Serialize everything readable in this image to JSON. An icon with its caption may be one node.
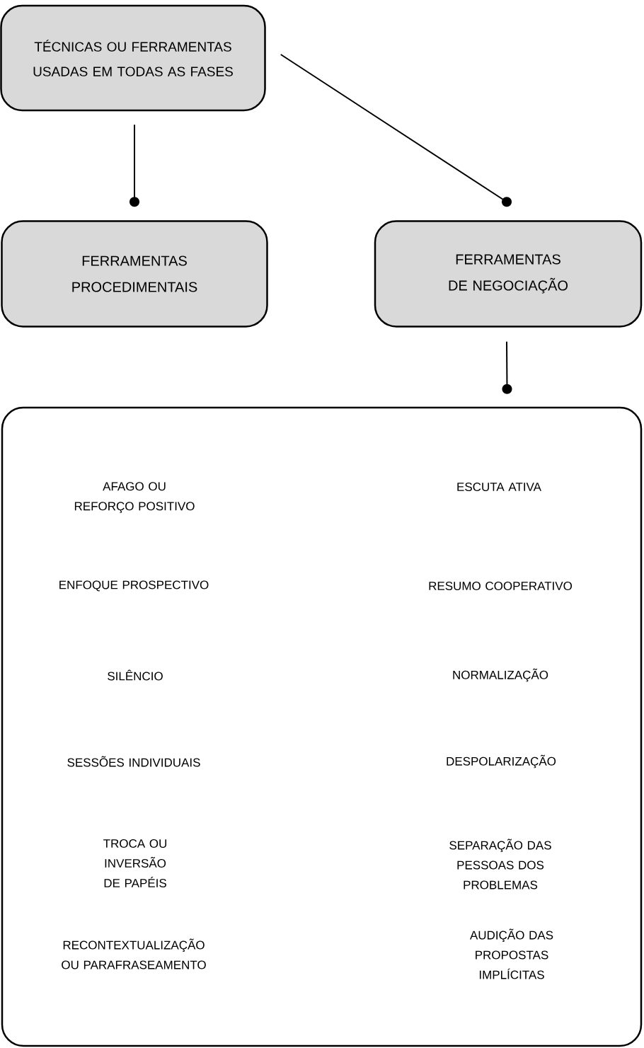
{
  "diagram": {
    "nodes": [
      {
        "text": [
          "TÉCNICAS OU FERRAMENTAS USADAS EM TODAS AS FASES"
        ]
      },
      {
        "text": [
          "FERRAMENTAS PROCEDIMENTAIS"
        ]
      },
      {
        "text": [
          "FERRAMENTAS DE NEGOCIAÇÃO"
        ]
      },
      {
        "text": [
          "AFAGO OU REFORÇO POSITIVO",
          "ESCUTA ATIVA",
          "ENFOQUE PROSPECTIVO",
          "RESUMO COOPERATIVO",
          "SILÊNCIO",
          "NORMALIZAÇÃO",
          "SESSÕES INDIVIDUAIS",
          "DESPOLARIZAÇÃO",
          "TROCA OU INVERSÃO DE PAPÉIS",
          "SEPARAÇÃO DAS PESSOAS DOS PROBLEMAS",
          "RECONTEXTUALIZAÇÃO OU PARAFRASEAMENTO",
          "AUDIÇÃO DAS PROPOSTAS IMPLÍCITAS"
        ]
      }
    ],
    "edges": [
      {
        "from": 0,
        "to": 1,
        "arrow": "other"
      },
      {
        "from": 0,
        "to": 2,
        "arrow": "other"
      },
      {
        "from": 2,
        "to": 3,
        "arrow": "other"
      }
    ]
  }
}
